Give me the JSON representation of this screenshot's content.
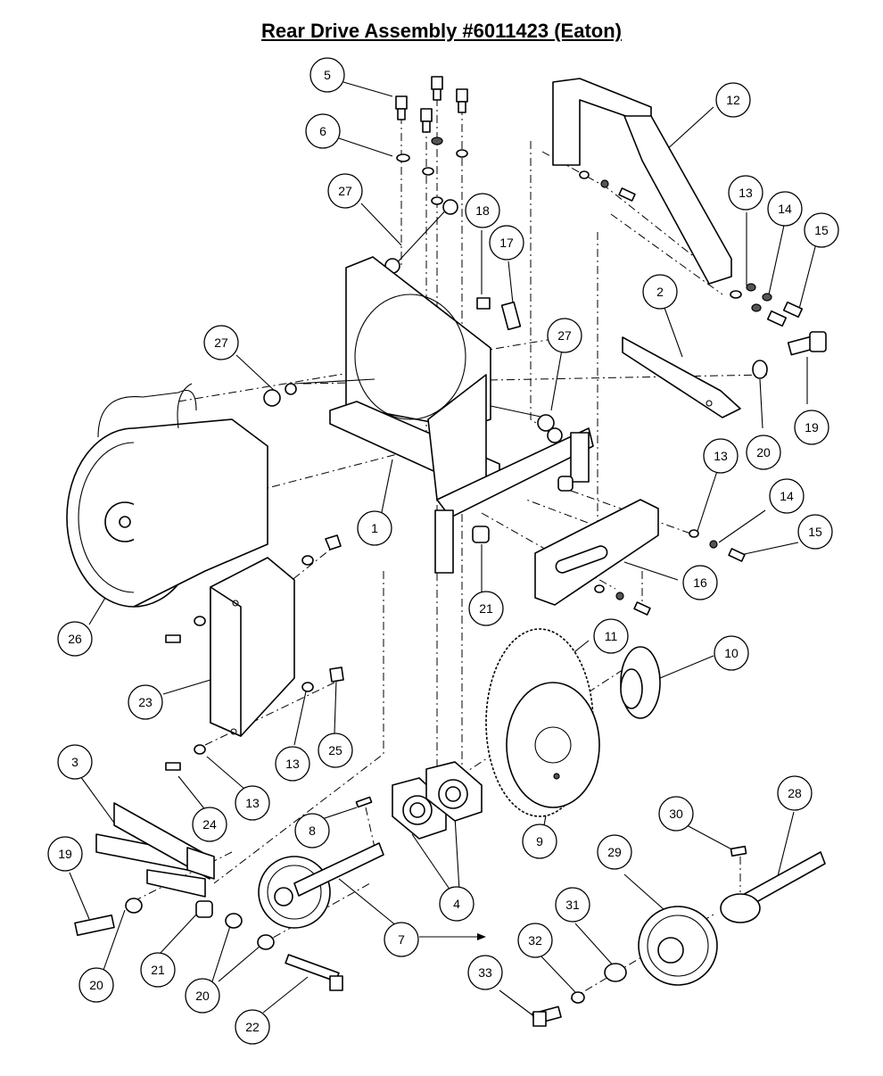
{
  "title": "Rear Drive Assembly #6011423 (Eaton)",
  "callouts": [
    {
      "id": "c1",
      "label": "1"
    },
    {
      "id": "c2",
      "label": "2"
    },
    {
      "id": "c3",
      "label": "3"
    },
    {
      "id": "c4",
      "label": "4"
    },
    {
      "id": "c5",
      "label": "5"
    },
    {
      "id": "c6",
      "label": "6"
    },
    {
      "id": "c7",
      "label": "7"
    },
    {
      "id": "c8",
      "label": "8"
    },
    {
      "id": "c9",
      "label": "9"
    },
    {
      "id": "c10",
      "label": "10"
    },
    {
      "id": "c11",
      "label": "11"
    },
    {
      "id": "c12",
      "label": "12"
    },
    {
      "id": "c13a",
      "label": "13"
    },
    {
      "id": "c14a",
      "label": "14"
    },
    {
      "id": "c15a",
      "label": "15"
    },
    {
      "id": "c16",
      "label": "16"
    },
    {
      "id": "c17",
      "label": "17"
    },
    {
      "id": "c18",
      "label": "18"
    },
    {
      "id": "c19a",
      "label": "19"
    },
    {
      "id": "c20a",
      "label": "20"
    },
    {
      "id": "c21a",
      "label": "21"
    },
    {
      "id": "c27a",
      "label": "27"
    },
    {
      "id": "c27b",
      "label": "27"
    },
    {
      "id": "c27c",
      "label": "27"
    },
    {
      "id": "c13b",
      "label": "13"
    },
    {
      "id": "c14b",
      "label": "14"
    },
    {
      "id": "c15b",
      "label": "15"
    },
    {
      "id": "c26",
      "label": "26"
    },
    {
      "id": "c23",
      "label": "23"
    },
    {
      "id": "c13c",
      "label": "13"
    },
    {
      "id": "c25",
      "label": "25"
    },
    {
      "id": "c13d",
      "label": "13"
    },
    {
      "id": "c24",
      "label": "24"
    },
    {
      "id": "c19b",
      "label": "19"
    },
    {
      "id": "c20b",
      "label": "20"
    },
    {
      "id": "c21b",
      "label": "21"
    },
    {
      "id": "c20c",
      "label": "20"
    },
    {
      "id": "c22",
      "label": "22"
    },
    {
      "id": "c28",
      "label": "28"
    },
    {
      "id": "c29",
      "label": "29"
    },
    {
      "id": "c30",
      "label": "30"
    },
    {
      "id": "c31",
      "label": "31"
    },
    {
      "id": "c32",
      "label": "32"
    },
    {
      "id": "c33",
      "label": "33"
    }
  ]
}
